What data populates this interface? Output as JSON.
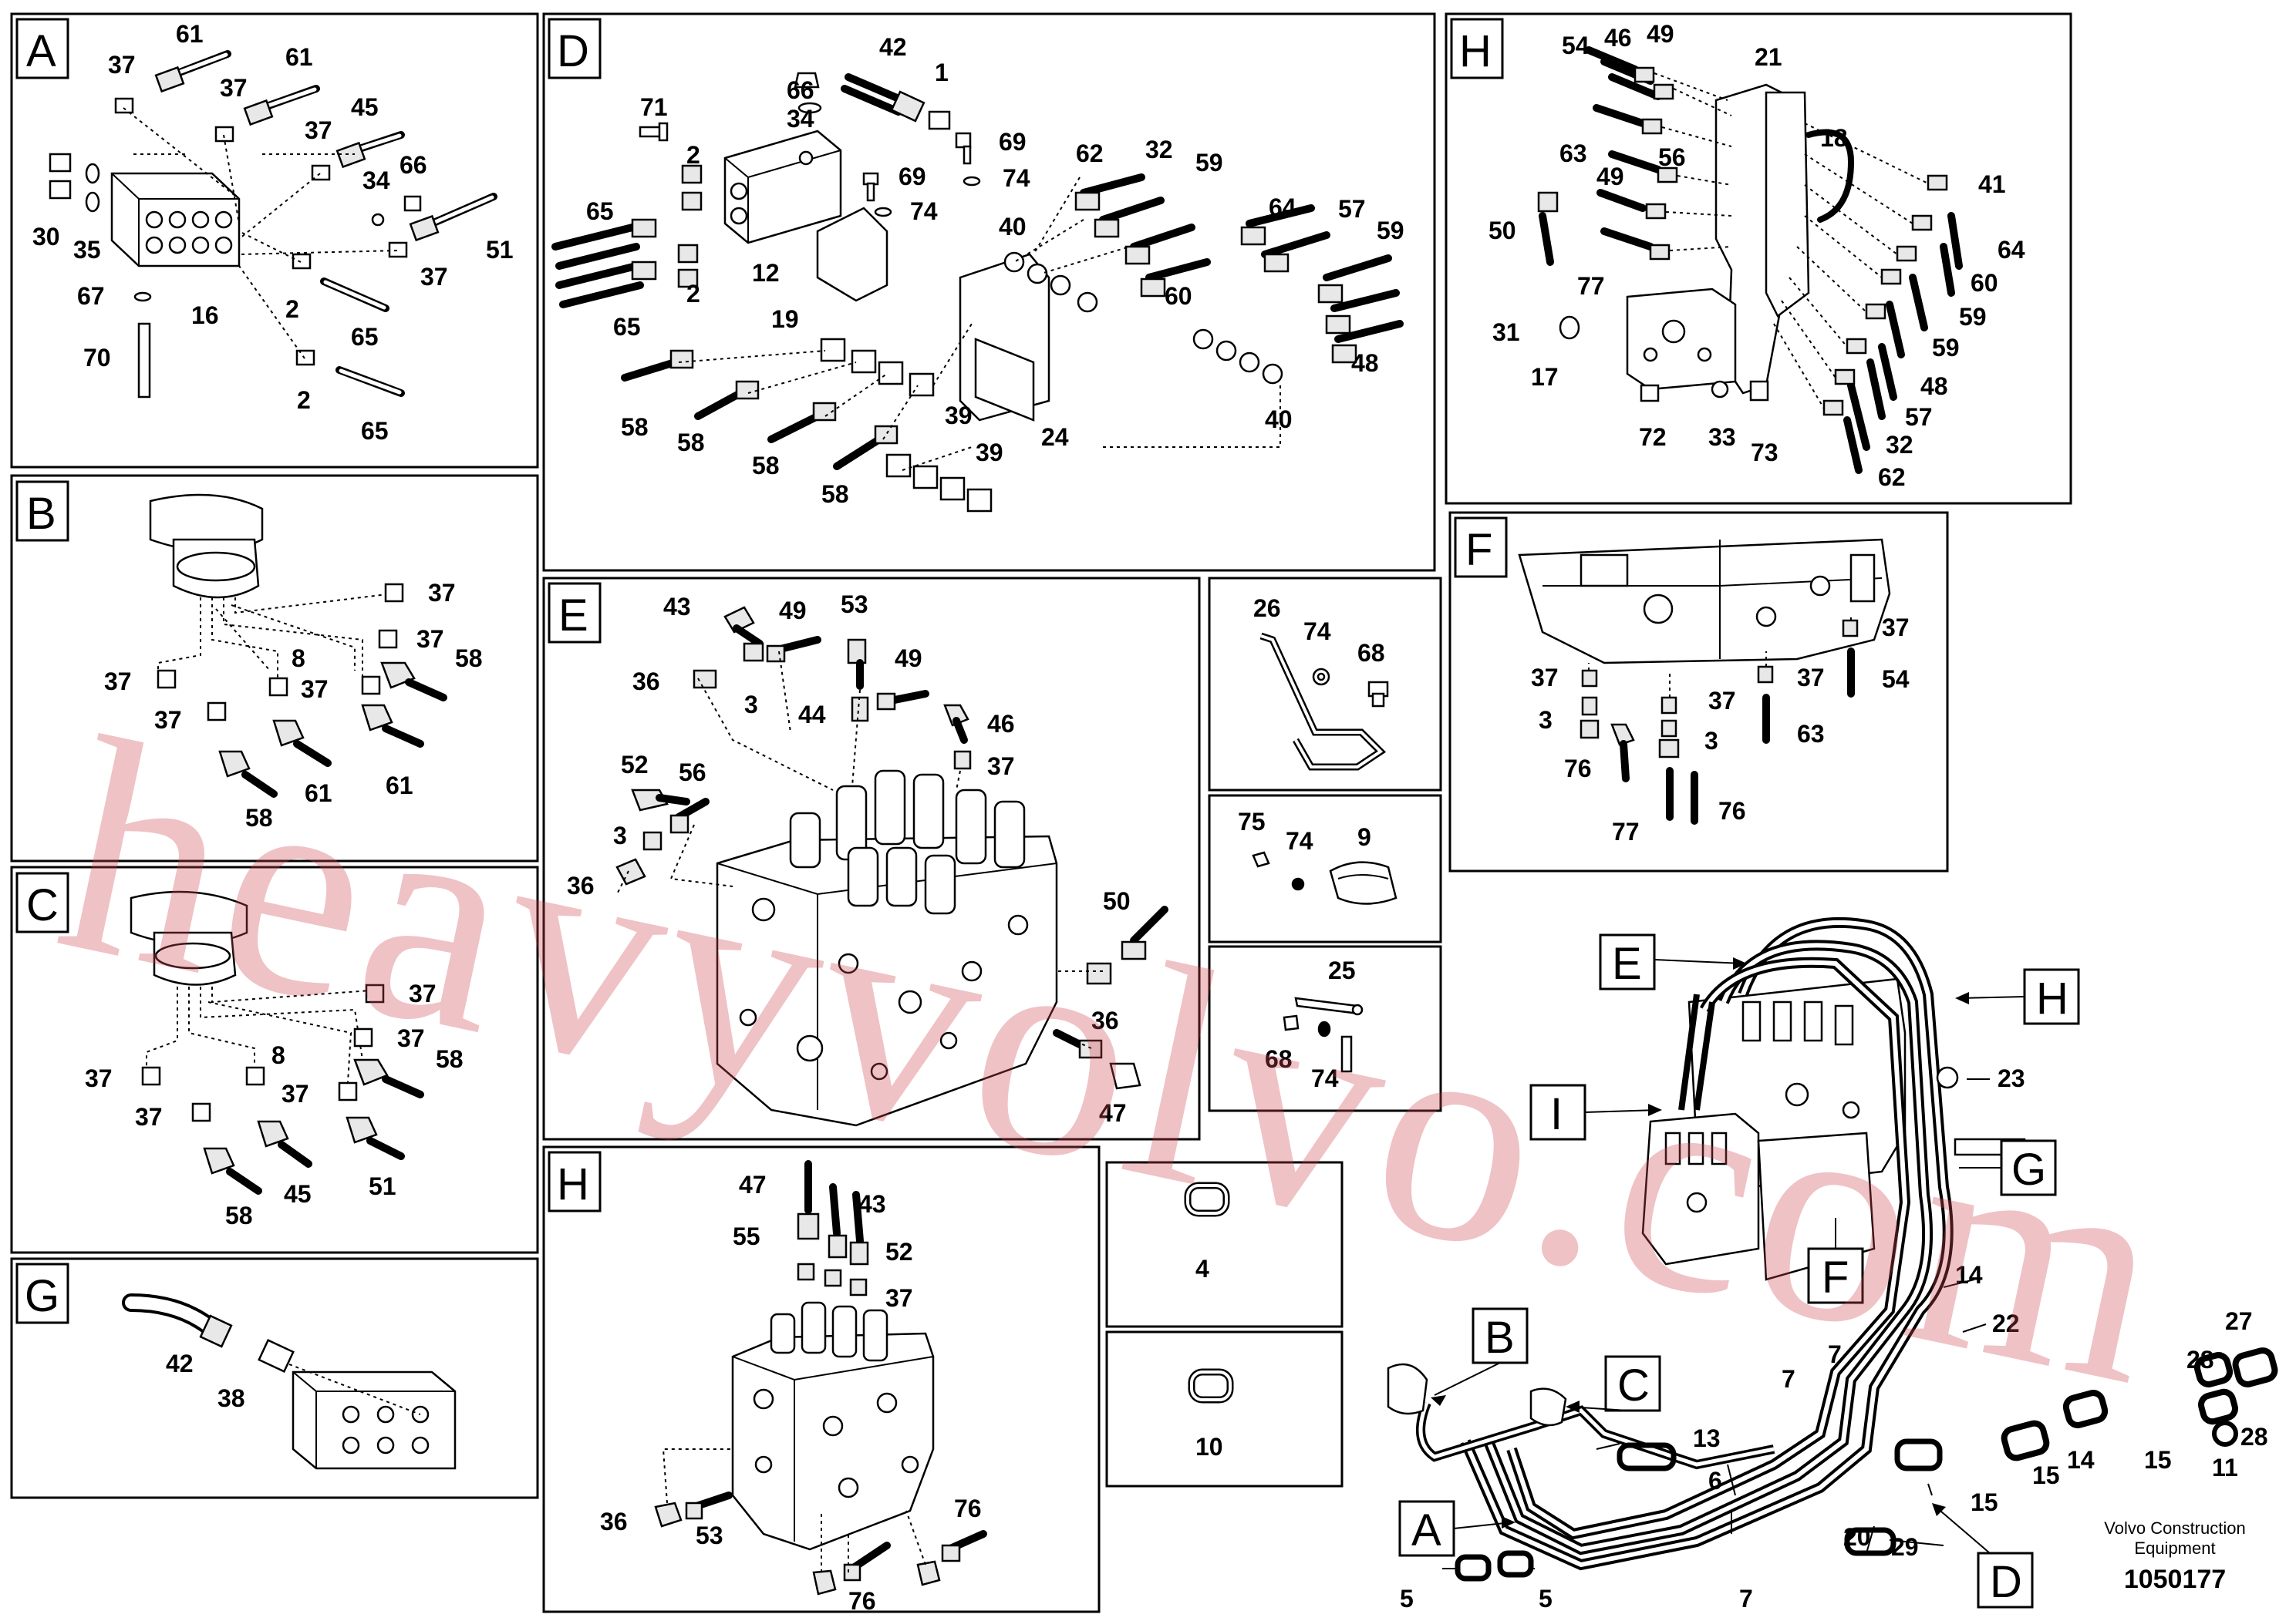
{
  "panels": [
    {
      "id": "A",
      "labels": [
        "37",
        "61",
        "37",
        "61",
        "45",
        "37",
        "66",
        "34",
        "30",
        "35",
        "16",
        "2",
        "37",
        "51",
        "67",
        "65",
        "70",
        "2",
        "65"
      ]
    },
    {
      "id": "B",
      "labels": [
        "37",
        "37",
        "37",
        "8",
        "37",
        "58",
        "37",
        "58",
        "61",
        "61"
      ]
    },
    {
      "id": "C",
      "labels": [
        "37",
        "37",
        "37",
        "8",
        "58",
        "37",
        "37",
        "58",
        "45",
        "51"
      ]
    },
    {
      "id": "D",
      "labels": [
        "66",
        "42",
        "1",
        "34",
        "71",
        "69",
        "74",
        "2",
        "12",
        "69",
        "74",
        "62",
        "32",
        "59",
        "65",
        "2",
        "19",
        "40",
        "60",
        "64",
        "57",
        "59",
        "65",
        "58",
        "58",
        "39",
        "24",
        "48",
        "58",
        "40",
        "39",
        "58"
      ]
    },
    {
      "id": "E",
      "labels": [
        "43",
        "49",
        "53",
        "36",
        "3",
        "49",
        "44",
        "46",
        "52",
        "56",
        "37",
        "3",
        "36",
        "50",
        "36",
        "47"
      ]
    },
    {
      "id": "F",
      "labels": [
        "37",
        "37",
        "37",
        "37",
        "54",
        "3",
        "3",
        "63",
        "76",
        "77",
        "76"
      ]
    },
    {
      "id": "G",
      "labels": [
        "42",
        "38"
      ]
    },
    {
      "id": "H",
      "labels": [
        "54",
        "46",
        "49",
        "21",
        "18",
        "63",
        "56",
        "41",
        "50",
        "49",
        "64",
        "77",
        "60",
        "59",
        "31",
        "59",
        "17",
        "48",
        "57",
        "72",
        "33",
        "73",
        "32",
        "62"
      ]
    },
    {
      "id": "H",
      "labels": [
        "47",
        "43",
        "55",
        "52",
        "37",
        "36",
        "53",
        "76",
        "76"
      ]
    }
  ],
  "small_panels": [
    {
      "labels": [
        "26",
        "74",
        "68"
      ]
    },
    {
      "labels": [
        "75",
        "74",
        "9"
      ]
    },
    {
      "labels": [
        "25",
        "68",
        "74"
      ]
    },
    {
      "labels": [
        "4"
      ]
    },
    {
      "labels": [
        "10"
      ]
    }
  ],
  "overview": {
    "tags": [
      "E",
      "H",
      "I",
      "G",
      "F",
      "B",
      "C",
      "A",
      "D"
    ],
    "labels": [
      "23",
      "27",
      "28",
      "14",
      "22",
      "14",
      "15",
      "11",
      "7",
      "7",
      "13",
      "6",
      "15",
      "15",
      "20",
      "29",
      "5",
      "5",
      "7",
      "28"
    ]
  },
  "watermark": "heavyvolvo.com",
  "footer": {
    "company": "Volvo Construction Equipment",
    "line1": "Volvo Construction",
    "line2": "Equipment",
    "doc_number": "1050177"
  }
}
